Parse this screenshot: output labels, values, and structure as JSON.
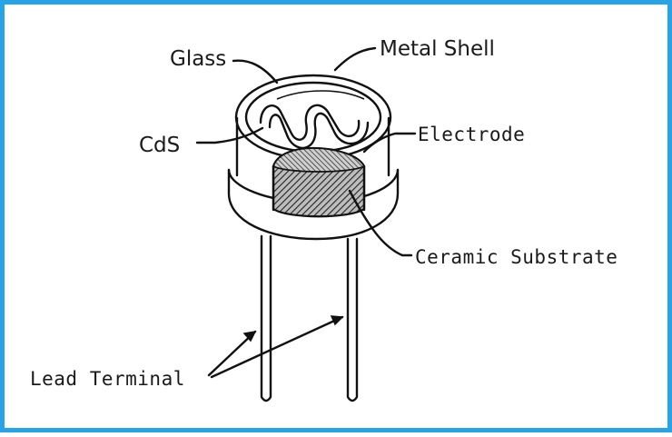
{
  "border_color": "#29a3e8",
  "labels": {
    "glass": "Glass",
    "metal_shell": "Metal Shell",
    "cds": "CdS",
    "electrode": "Electrode",
    "ceramic_substrate": "Ceramic Substrate",
    "lead_terminal": "Lead Terminal"
  }
}
